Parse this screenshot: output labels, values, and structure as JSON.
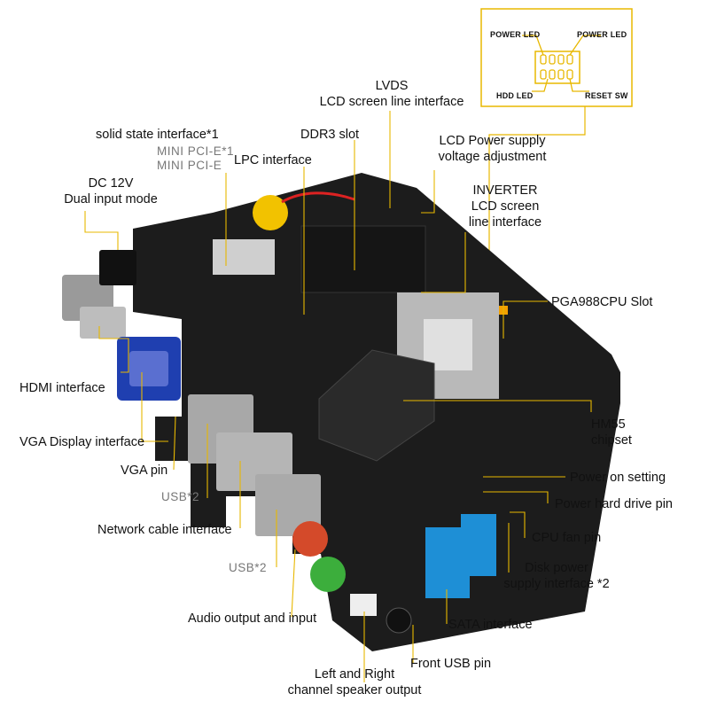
{
  "pin_header": {
    "power_led_left": "POWER LED",
    "power_led_right": "POWER LED",
    "hdd_led": "HDD LED",
    "reset_sw": "RESET SW"
  },
  "labels": {
    "lvds_1": "LVDS",
    "lvds_2": "LCD screen line interface",
    "solid_state": "solid state interface*1",
    "mini_pcie_1": "MINI PCI-E*1",
    "mini_pcie_2": "MINI PCI-E",
    "ddr3": "DDR3 slot",
    "lcd_power_1": "LCD Power supply",
    "lcd_power_2": "voltage adjustment",
    "lpc": "LPC interface",
    "dc_1": "DC 12V",
    "dc_2": "Dual input mode",
    "inverter_1": "INVERTER",
    "inverter_2": "LCD screen",
    "inverter_3": "line interface",
    "pga988": "PGA988CPU Slot",
    "hdmi": "HDMI interface",
    "hm55_1": "HM55",
    "hm55_2": "chipset",
    "vga_display": "VGA Display interface",
    "vga_pin": "VGA pin",
    "power_on": "Power on setting",
    "usb_1": "USB*2",
    "power_hdd": "Power hard drive pin",
    "network": "Network cable interface",
    "cpu_fan": "CPU fan pin",
    "usb_2": "USB*2",
    "disk_power_1": "Disk power",
    "disk_power_2": "supply interface *2",
    "audio": "Audio output and input",
    "sata": "SATA interface",
    "speaker_1": "Left and Right",
    "speaker_2": "channel speaker output",
    "front_usb": "Front USB pin"
  },
  "colors": {
    "leader_line": "#e8b800",
    "board": "#1c1c1c",
    "sata_blue": "#1e8fd6",
    "vga_blue": "#1f3fb0",
    "audio_red": "#d44a2a",
    "audio_green": "#3cae3c",
    "heatsink": "#2a2a2a"
  }
}
